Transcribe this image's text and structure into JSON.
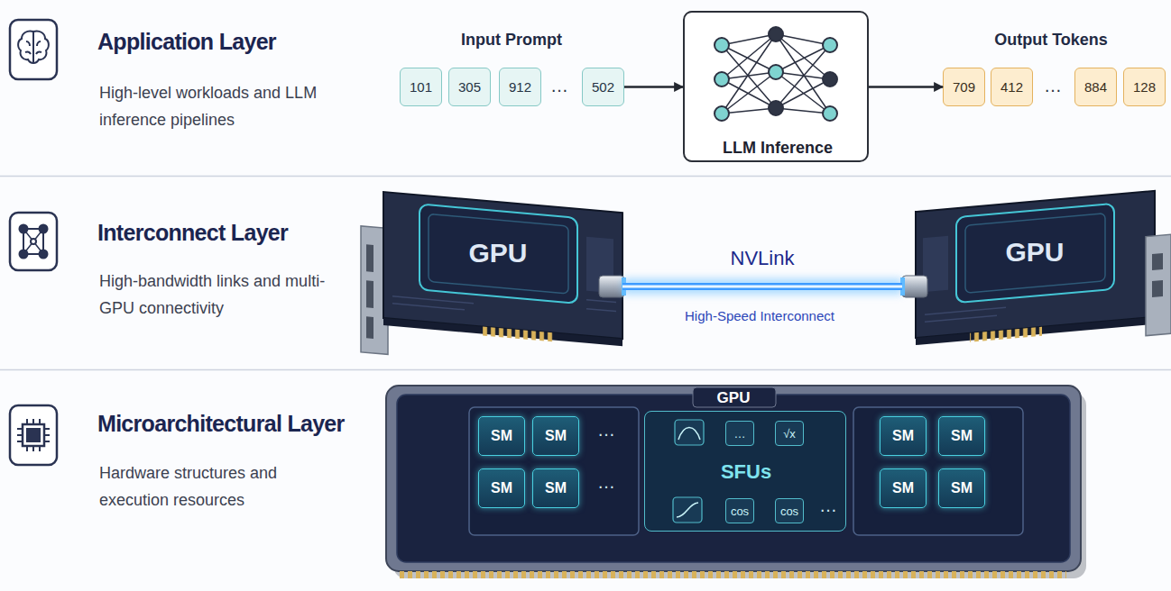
{
  "diagram": {
    "nodes": [
      {
        "text": [
          "Application Layer",
          "High-level workloads and LLM inference pipelines"
        ]
      },
      {
        "text": [
          "101"
        ],
        "in": 0
      },
      {
        "text": [
          "305"
        ],
        "in": 0
      },
      {
        "text": [
          "912"
        ],
        "in": 0
      },
      {
        "text": [
          "502"
        ],
        "in": 0
      },
      {
        "text": [
          "LLM Inference"
        ],
        "in": 0
      },
      {
        "text": [
          "709"
        ],
        "in": 0
      },
      {
        "text": [
          "412"
        ],
        "in": 0
      },
      {
        "text": [
          "884"
        ],
        "in": 0
      },
      {
        "text": [
          "128"
        ],
        "in": 0
      },
      {
        "text": [
          "Interconnect Layer",
          "High-bandwidth links and multi-GPU connectivity"
        ]
      },
      {
        "text": [
          "GPU"
        ],
        "in": 10
      },
      {
        "text": [
          "GPU"
        ],
        "in": 10
      },
      {
        "text": [
          "Microarchitectural Layer",
          "Hardware structures and execution resources"
        ]
      },
      {
        "text": [
          "GPU"
        ],
        "in": 13
      },
      {
        "text": [
          "SM"
        ],
        "in": 14
      },
      {
        "text": [
          "SM"
        ],
        "in": 14
      },
      {
        "text": [
          "SM"
        ],
        "in": 14
      },
      {
        "text": [
          "SM"
        ],
        "in": 14
      },
      {
        "text": [
          "SFUs"
        ],
        "in": 14
      },
      {
        "text": [
          "…"
        ],
        "in": 19
      },
      {
        "text": [
          "√x"
        ],
        "in": 19
      },
      {
        "text": [
          "cos"
        ],
        "in": 19
      },
      {
        "text": [
          "cos"
        ],
        "in": 19
      },
      {
        "text": [
          "SM"
        ],
        "in": 14
      },
      {
        "text": [
          "SM"
        ],
        "in": 14
      },
      {
        "text": [
          "SM"
        ],
        "in": 14
      },
      {
        "text": [
          "SM"
        ],
        "in": 14
      }
    ],
    "edges": [
      {
        "from": 4,
        "to": 5,
        "arrow": "to"
      },
      {
        "from": 5,
        "to": 6,
        "arrow": "to"
      },
      {
        "from": 11,
        "to": 12,
        "label": "NVLink",
        "arrow": "none"
      }
    ],
    "labels": [
      "Input Prompt",
      "…",
      "Output Tokens",
      "…",
      "High-Speed Interconnect",
      "…",
      "…",
      "…"
    ]
  }
}
